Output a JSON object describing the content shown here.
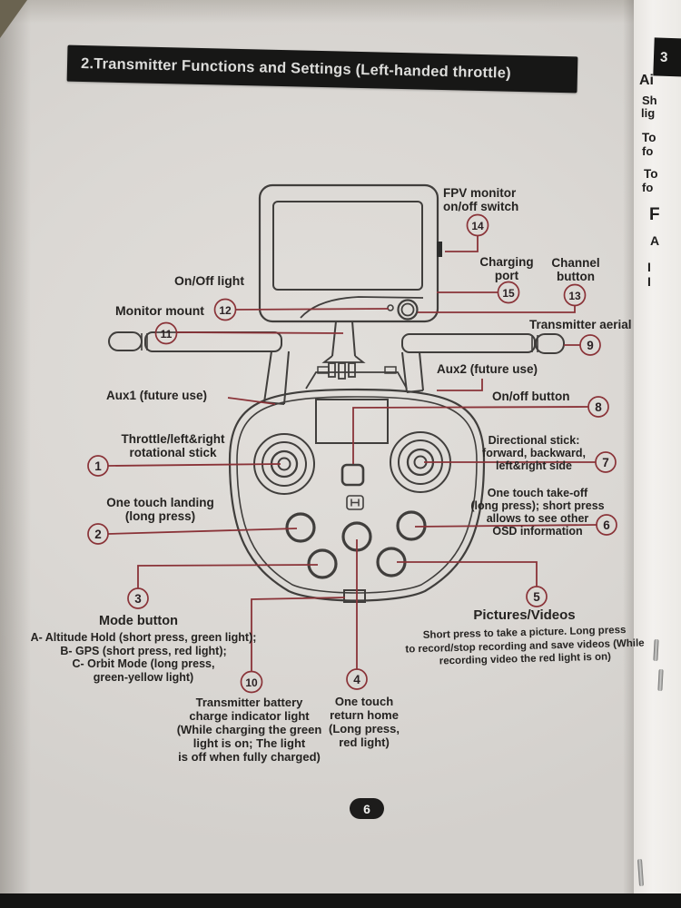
{
  "page": {
    "title": "2.Transmitter Functions and Settings  (Left-handed throttle)",
    "page_number": "6"
  },
  "colors": {
    "callout_red": "#8a3338",
    "ink": "#403e3c",
    "paper": "#dbd8d4",
    "title_bar": "#171716"
  },
  "numbers": {
    "c1": "1",
    "c2": "2",
    "c3": "3",
    "c4": "4",
    "c5": "5",
    "c6": "6",
    "c7": "7",
    "c8": "8",
    "c9": "9",
    "c10": "10",
    "c11": "11",
    "c12": "12",
    "c13": "13",
    "c14": "14",
    "c15": "15"
  },
  "labels": {
    "fpv_switch": "FPV monitor\non/off switch",
    "charging_port": "Charging\nport",
    "channel_button": "Channel\nbutton",
    "on_off_light": "On/Off light",
    "monitor_mount": "Monitor mount",
    "transmitter_aerial": "Transmitter aerial",
    "aux2": "Aux2 (future use)",
    "on_off_button": "On/off button",
    "aux1": "Aux1 (future use)",
    "throttle": "Throttle/left&right\nrotational stick",
    "one_touch_landing": "One touch landing\n(long press)",
    "directional_stick": "Directional stick:\nforward, backward,\nleft&right side",
    "one_touch_takeoff": "One touch take-off\n(long press); short press\nallows to see other\nOSD information",
    "mode_button_title": "Mode button",
    "mode_button_desc": "A- Altitude Hold (short press, green light);\nB- GPS (short press, red light);\nC- Orbit Mode (long press,\ngreen-yellow light)",
    "pictures_title": "Pictures/Videos",
    "pictures_desc": "Short press to take a picture. Long press\nto record/stop recording and save videos (While\nrecording video the red light is on)",
    "battery_light": "Transmitter battery\ncharge indicator light\n(While charging the green\nlight is on; The light\nis off when fully charged)",
    "return_home": "One touch\nreturn home\n(Long press,\nred light)"
  },
  "side_page": {
    "section_number": "3",
    "fragments": [
      "Ai",
      "Sh",
      "lig",
      "To",
      "fo",
      "To",
      "fo",
      "F",
      "A",
      "I",
      "I"
    ]
  }
}
